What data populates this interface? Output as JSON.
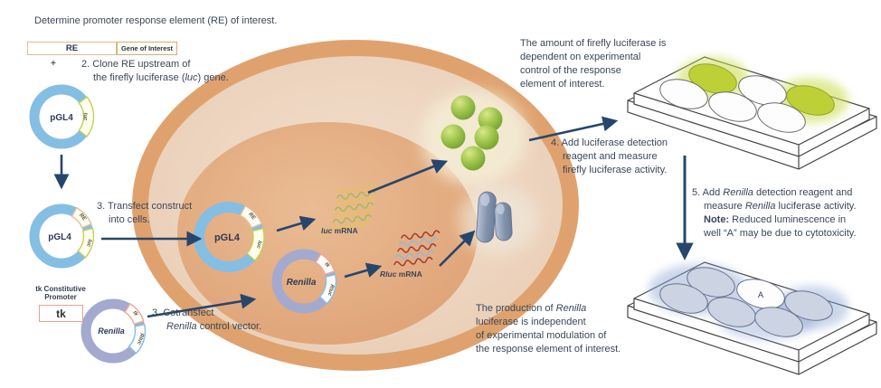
{
  "intro": "Determine promoter response element (RE) of interest.",
  "construct": {
    "re": "RE",
    "gene": "Gene of Interest",
    "plus": "+"
  },
  "steps": {
    "clone": {
      "l1": "2. Clone RE upstream of",
      "l2a": "the firefly luciferase (",
      "l2b": "luc",
      "l2c": ") gene."
    },
    "transfect": {
      "l1": "3. Transfect construct",
      "l2": "into cells."
    },
    "cotransfect": {
      "l1": "3.  Cotransfect",
      "l2a": "Renilla",
      "l2b": " control vector."
    },
    "detect_firefly": {
      "l1": "4. Add luciferase detection",
      "l2": "reagent and measure",
      "l3": "firefly luciferase activity."
    },
    "detect_renilla": {
      "l1a": "5. Add ",
      "l1b": "Renilla",
      "l1c": " detection reagent and",
      "l2a": "measure ",
      "l2b": "Renilla",
      "l2c": " luciferase activity.",
      "l3a": "Note:",
      "l3b": " Reduced luminescence in",
      "l4": "well “A” may be due to cytotoxicity."
    }
  },
  "captions": {
    "firefly": {
      "l1": "The amount of firefly luciferase is",
      "l2": "dependent on experimental",
      "l3": "control of the response",
      "l4": "element of interest."
    },
    "renilla": {
      "l1a": "The production of ",
      "l1b": "Renilla",
      "l2": "luciferase is independent",
      "l3": "of experimental modulation of",
      "l4": "the response element of interest."
    }
  },
  "tk_promoter": {
    "l1": "tk Constitutive",
    "l2": "Promoter",
    "box": "tk"
  },
  "plasmids": {
    "pgl4": "pGL4",
    "renilla": "Renilla",
    "seg_luc": "luc",
    "seg_re": "RE",
    "seg_tk": "tk",
    "seg_rluc": "Rluc"
  },
  "mrna": {
    "luc_i": "luc",
    "luc_rest": " mRNA",
    "rluc_i": "Rluc",
    "rluc_rest": " mRNA"
  },
  "plates": {
    "well_a": "A"
  },
  "colors": {
    "arrow": "#27466b",
    "membrane": "#dfa26f",
    "cytoplasm": "#eed8c5",
    "nucleus": "#e2a87c",
    "plasmid_blue": "#85bee3",
    "plasmid_purple": "#a3aace",
    "firefly_green": "#8ab33b",
    "renilla_gray": "#8493ad",
    "well_green": "#bdd036",
    "well_gray": "#ccd4e4"
  }
}
